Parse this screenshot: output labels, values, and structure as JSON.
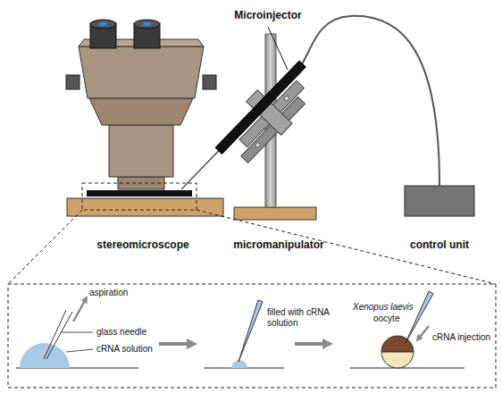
{
  "diagram": {
    "labels": [
      "Microinjector",
      "stereomicroscope",
      "micromanipulator",
      "control unit",
      "aspiration",
      "glass needle",
      "cRNA solution",
      "filled with cRNA solution",
      "Xenopus laevis",
      "oocyte",
      "cRNA injection"
    ]
  }
}
